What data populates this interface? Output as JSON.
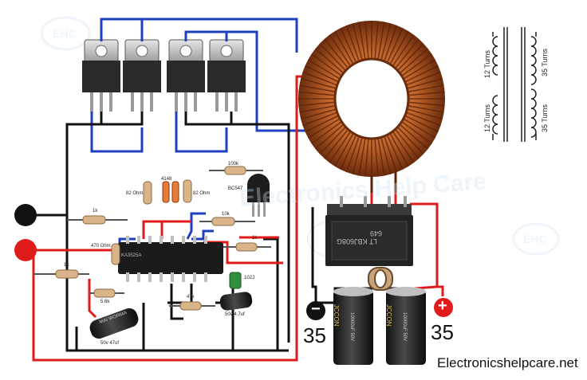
{
  "components": {
    "ic_label": "KA3525A",
    "transistor_label": "BC547",
    "bridge_label": "LT KBJ608G",
    "bridge_code": "649",
    "cap_main_brand": "JCCON",
    "cap_main_rating": "10000uF 50V",
    "cap_small_brand": "MAI WORMA",
    "cap_102j": "102J"
  },
  "resistors": {
    "r_100k": "100k",
    "r_82_left": "82 Ohm",
    "r_82_right": "82 Ohm",
    "diode_4148": "4148",
    "r_1k_top": "1k",
    "r_10k": "10k",
    "r_470": "470 Ohm",
    "r_1k_right": "1k",
    "r_1k_left": "1k",
    "r_5k6": "5.6k",
    "r_47k": "47k"
  },
  "capacitors": {
    "c_47uf_a": "50v 47uf",
    "c_47uf_b": "50v 4.7uf"
  },
  "output": {
    "neg_symbol": "−",
    "pos_symbol": "+",
    "neg_value": "35",
    "pos_value": "35"
  },
  "transformer_schematic": {
    "primary_top": "12 Turns",
    "primary_bottom": "12 Turns",
    "secondary_top": "35 Turns",
    "secondary_bottom": "35 Turns"
  },
  "watermark": {
    "text": "Electronics Help Care",
    "logo": "EHC"
  },
  "footer": {
    "website": "Electronicshelpcare.net"
  },
  "colors": {
    "wire_black": "#111111",
    "wire_red": "#e01b1b",
    "wire_blue": "#1f3fbf",
    "copper": "#b85a25",
    "mosfet_body": "#2a2a2a",
    "mosfet_tab": "#c8c8c8"
  }
}
